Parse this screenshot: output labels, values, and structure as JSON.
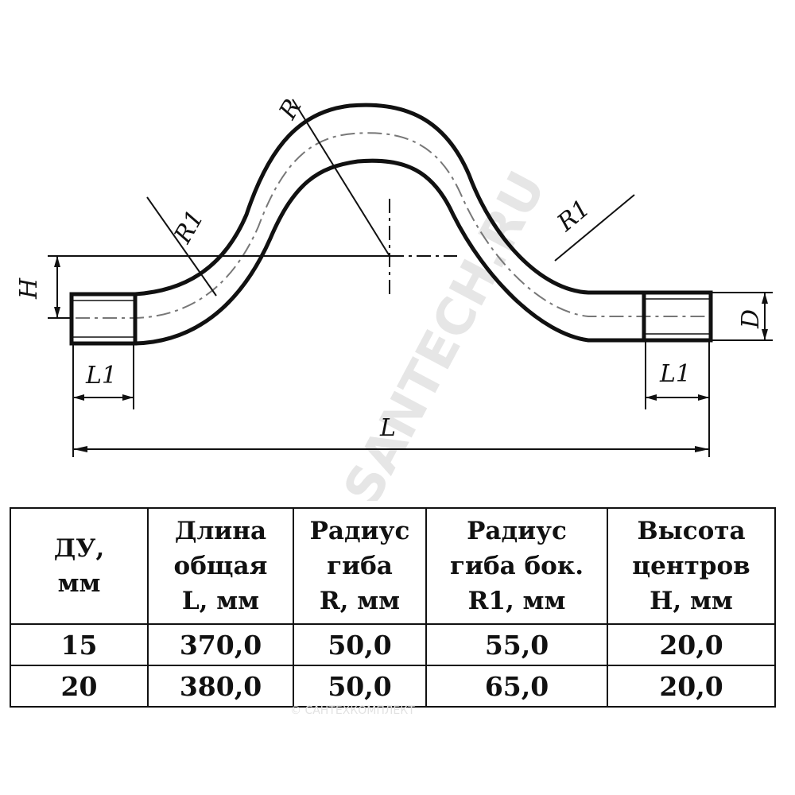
{
  "drawing": {
    "labels": {
      "R": "R",
      "R1_left": "R1",
      "R1_right": "R1",
      "H": "H",
      "D": "D",
      "L1_left": "L1",
      "L1_right": "L1",
      "L": "L"
    },
    "watermark": "SANTECH.RU",
    "watermark_bottom": "© САНТЕХКОМПЛЕКТ"
  },
  "table": {
    "headers": [
      "ДУ,\nмм",
      "Длина\nобщая\nL, мм",
      "Радиус\nгиба\nR, мм",
      "Радиус\nгиба бок.\nR1, мм",
      "Высота\nцентров\nH, мм"
    ],
    "rows": [
      [
        "15",
        "370,0",
        "50,0",
        "55,0",
        "20,0"
      ],
      [
        "20",
        "380,0",
        "50,0",
        "65,0",
        "20,0"
      ]
    ]
  }
}
